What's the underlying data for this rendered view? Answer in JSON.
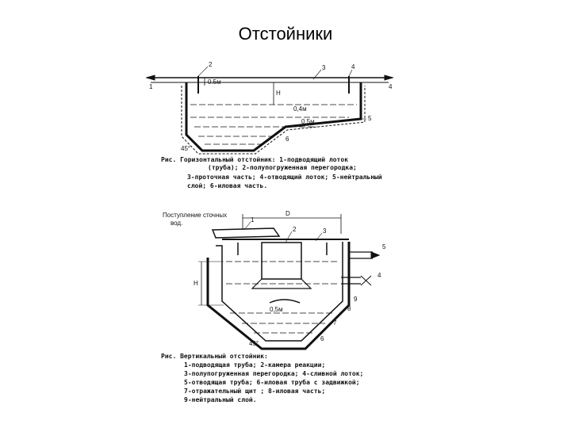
{
  "slide": {
    "title": "Отстойники"
  },
  "diagram1": {
    "numbers": [
      "1",
      "2",
      "3",
      "4",
      "5",
      "6"
    ],
    "dims": {
      "depth_top": "0.5м",
      "H": "H",
      "small1": "0,4м",
      "small2": "0,5м",
      "angle": "45°"
    },
    "caption": [
      "Рис.   Горизонтальный отстойник: 1-подводящий лоток",
      "(труба); 2-полупогруженная перегородка;",
      "3-проточная часть; 4-отводящий лоток; 5-нейтральный",
      "слой; 6-иловая часть."
    ]
  },
  "diagram2": {
    "inflow_label": [
      "Поступление сточных",
      "вод."
    ],
    "numbers": [
      "1",
      "2",
      "3",
      "4",
      "5",
      "6",
      "7",
      "8",
      "9"
    ],
    "dims": {
      "D": "D",
      "H": "H",
      "small": "0,5м",
      "angle": "45°"
    },
    "caption": [
      "Рис.   Вертикальный отстойник:",
      "1-подводящая труба; 2-камера реакции;",
      "3-полупогруженная перегородка;    4-сливной лоток;",
      "5-отводящая труба; 6-иловая  труба с задвижкой;",
      "7-отражательный щит ;  8-иловая  часть;",
      "9-нейтральный  слой."
    ]
  }
}
